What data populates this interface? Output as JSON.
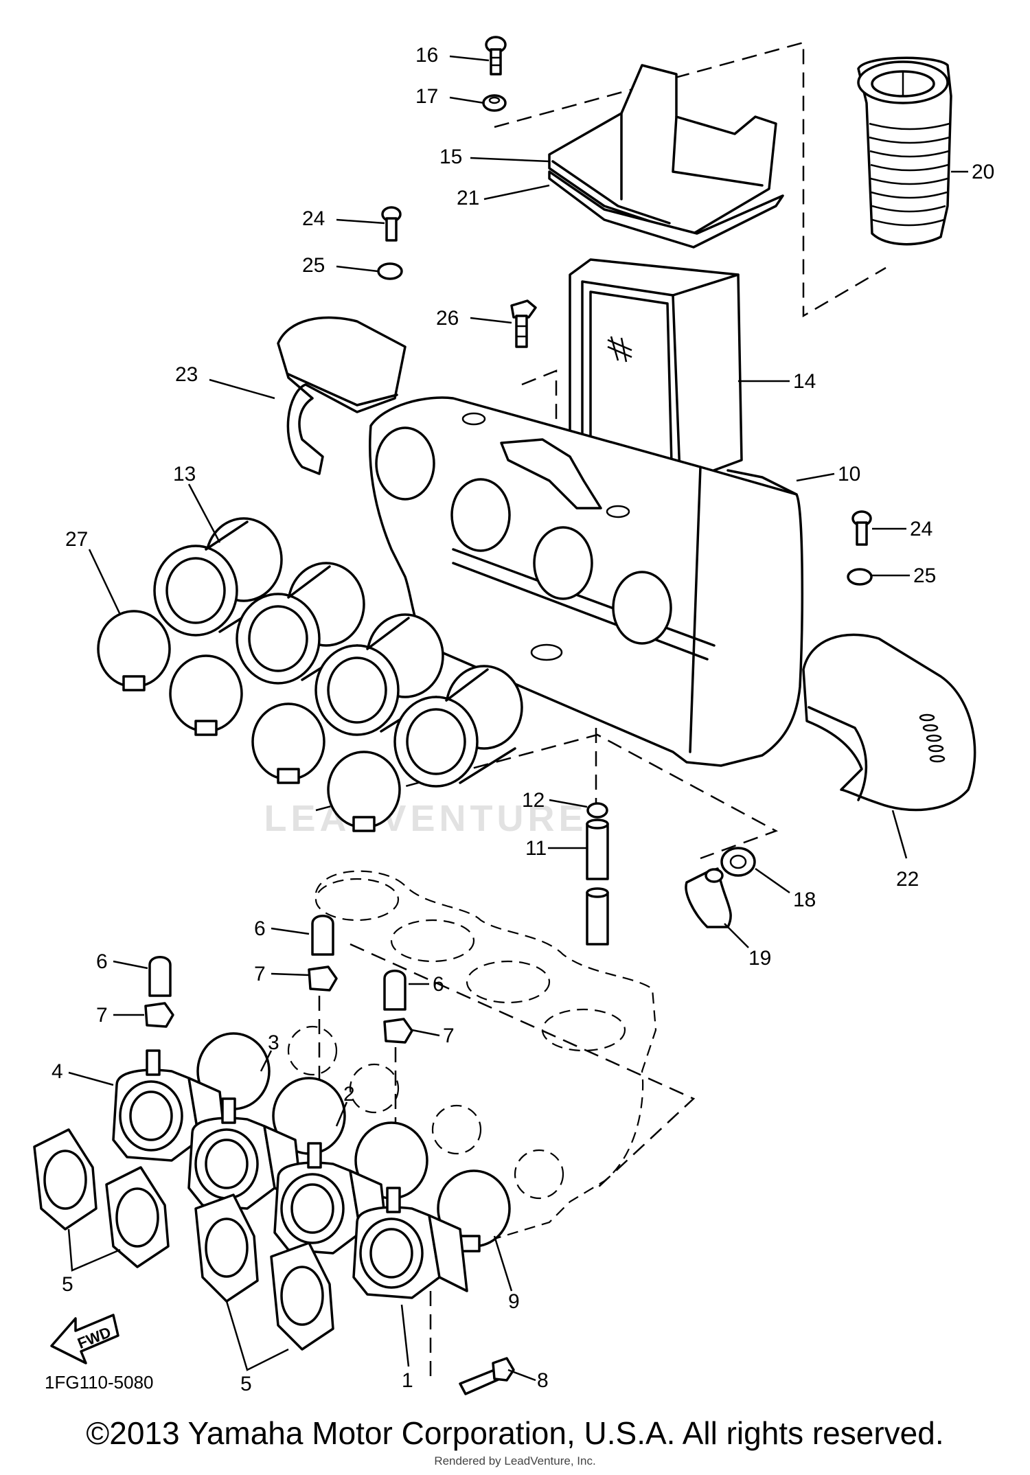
{
  "diagram": {
    "code": "1FG110-5080",
    "watermark": "LEADVENTURE",
    "fwd_label": "FWD",
    "parts": [
      {
        "id": "p1",
        "label": "1"
      },
      {
        "id": "p2",
        "label": "2"
      },
      {
        "id": "p3",
        "label": "3"
      },
      {
        "id": "p4",
        "label": "4"
      },
      {
        "id": "p5a",
        "label": "5"
      },
      {
        "id": "p5b",
        "label": "5"
      },
      {
        "id": "p6a",
        "label": "6"
      },
      {
        "id": "p6b",
        "label": "6"
      },
      {
        "id": "p6c",
        "label": "6"
      },
      {
        "id": "p7a",
        "label": "7"
      },
      {
        "id": "p7b",
        "label": "7"
      },
      {
        "id": "p7c",
        "label": "7"
      },
      {
        "id": "p8",
        "label": "8"
      },
      {
        "id": "p9",
        "label": "9"
      },
      {
        "id": "p10",
        "label": "10"
      },
      {
        "id": "p11",
        "label": "11"
      },
      {
        "id": "p12",
        "label": "12"
      },
      {
        "id": "p13",
        "label": "13"
      },
      {
        "id": "p14",
        "label": "14"
      },
      {
        "id": "p15",
        "label": "15"
      },
      {
        "id": "p16",
        "label": "16"
      },
      {
        "id": "p17",
        "label": "17"
      },
      {
        "id": "p18",
        "label": "18"
      },
      {
        "id": "p19",
        "label": "19"
      },
      {
        "id": "p20",
        "label": "20"
      },
      {
        "id": "p21",
        "label": "21"
      },
      {
        "id": "p22",
        "label": "22"
      },
      {
        "id": "p23",
        "label": "23"
      },
      {
        "id": "p24a",
        "label": "24"
      },
      {
        "id": "p24b",
        "label": "24"
      },
      {
        "id": "p25a",
        "label": "25"
      },
      {
        "id": "p25b",
        "label": "25"
      },
      {
        "id": "p26",
        "label": "26"
      },
      {
        "id": "p27",
        "label": "27"
      }
    ]
  },
  "footer": {
    "copyright": "©2013 Yamaha Motor Corporation, U.S.A. All rights reserved.",
    "rendered_by": "Rendered by LeadVenture, Inc."
  }
}
